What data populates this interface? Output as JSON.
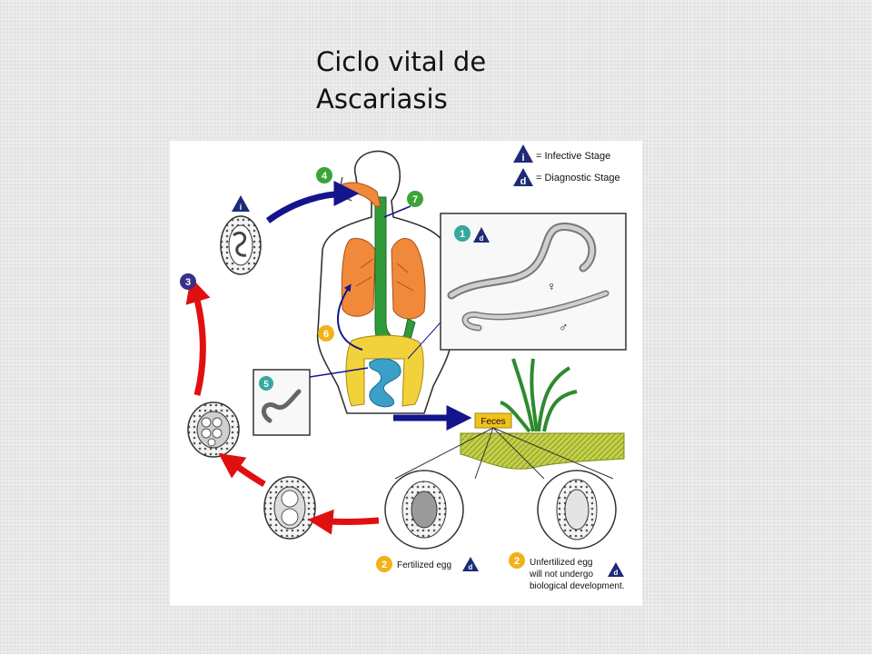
{
  "slide": {
    "title_line1": "Ciclo vital de",
    "title_line2": "Ascariasis"
  },
  "legend": {
    "infective_letter": "i",
    "infective_label": "= Infective Stage",
    "diagnostic_letter": "d",
    "diagnostic_label": "= Diagnostic Stage"
  },
  "steps": {
    "s1": "1",
    "s2a": "2",
    "s2b": "2",
    "s3": "3",
    "s4": "4",
    "s5": "5",
    "s6": "6",
    "s7": "7"
  },
  "labels": {
    "feces": "Feces",
    "fertilized_egg": "Fertilized egg",
    "unfertilized_line1": "Unfertilized egg",
    "unfertilized_line2": "will not undergo",
    "unfertilized_line3": "biological development.",
    "female_symbol": "♀",
    "male_symbol": "♂"
  },
  "colors": {
    "arrow_blue": "#14148c",
    "arrow_red": "#e01010",
    "step_green": "#3aa63a",
    "step_purple": "#3a2f8a",
    "step_orange": "#f2b21a",
    "step_teal": "#39a6a0",
    "stage_triangle": "#1d2a7a",
    "lungs": "#f08a3a",
    "trachea": "#2f9a3a",
    "intestine": "#f2d23a",
    "small_intestine": "#3aa0c8",
    "feces_label": "#f2c21a",
    "soil": "#b8c93a"
  }
}
